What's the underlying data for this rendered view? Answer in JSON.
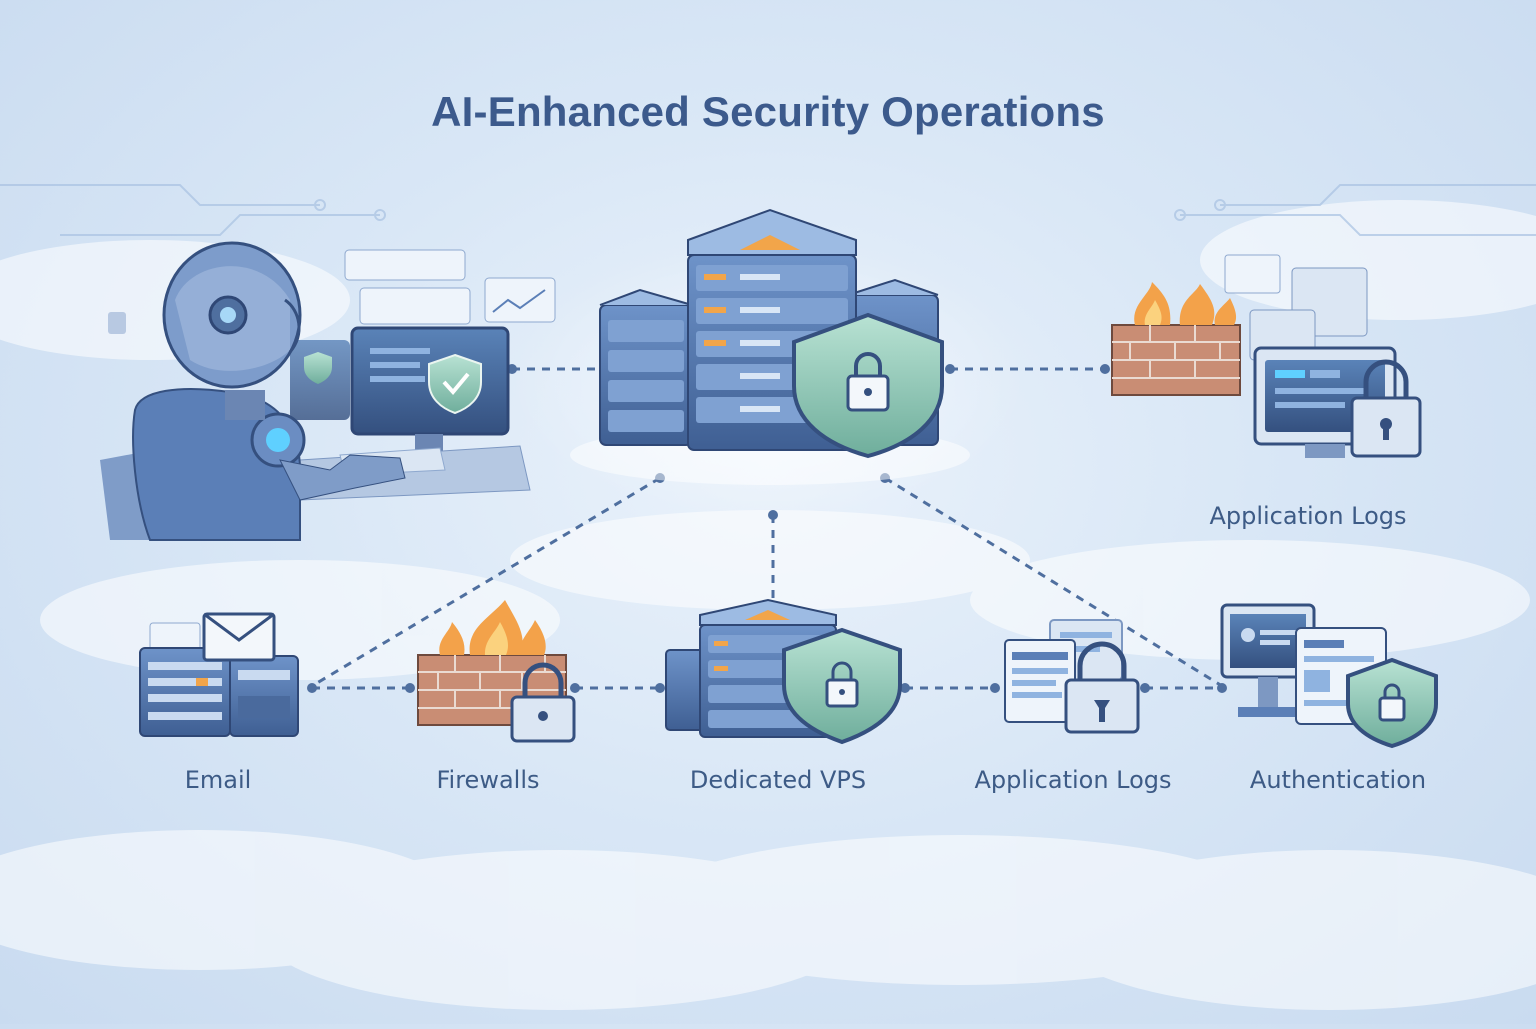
{
  "title": "AI-Enhanced Security Operations",
  "colors": {
    "background": "#d9e7f6",
    "title": "#3c5a8c",
    "label": "#3d5b86",
    "server_body": "#5b7fb7",
    "shield": "#8ec9b4",
    "brick": "#c98d74",
    "flame": "#f3a24a",
    "connector": "#4f6f9f"
  },
  "nodes": {
    "ai_analyst": {
      "icon": "robot-analyst-icon"
    },
    "central_server": {
      "icon": "server-stack-shield-icon"
    },
    "firewall_logs_top": {
      "icon": "firewall-monitor-lock-icon",
      "label": "Application Logs"
    },
    "email": {
      "icon": "mail-server-icon",
      "label": "Email"
    },
    "firewalls": {
      "icon": "firewall-lock-icon",
      "label": "Firewalls"
    },
    "dedicated_vps": {
      "icon": "server-shield-icon",
      "label": "Dedicated VPS"
    },
    "application_logs": {
      "icon": "log-documents-lock-icon",
      "label": "Application Logs"
    },
    "authentication": {
      "icon": "monitor-shield-lock-icon",
      "label": "Authentication"
    }
  }
}
